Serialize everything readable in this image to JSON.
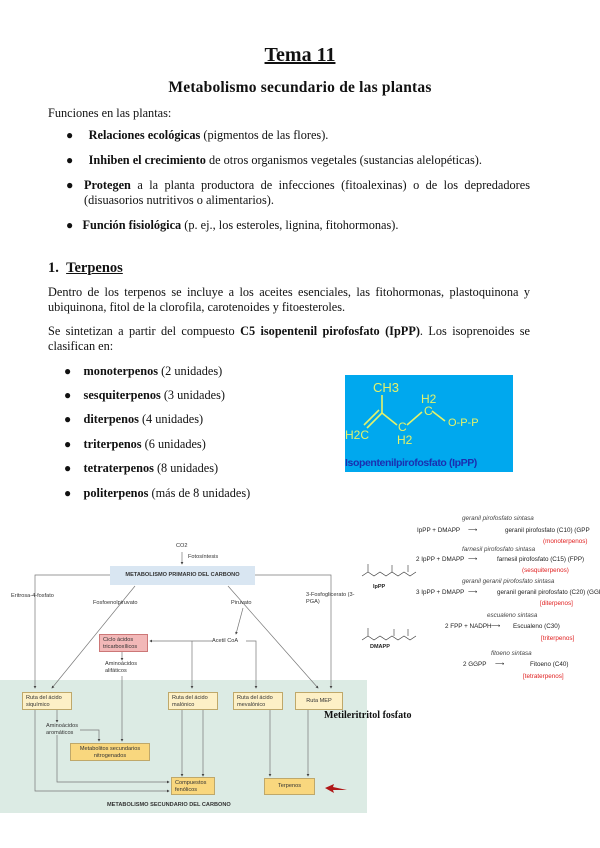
{
  "title": "Tema 11",
  "subtitle": "Metabolismo secundario de las plantas",
  "intro": "Funciones en las plantas:",
  "functions": [
    {
      "bold": "Relaciones ecológicas",
      "rest": " (pigmentos de las flores)."
    },
    {
      "bold": "Inhiben el crecimiento",
      "rest": " de otros organismos vegetales (sustancias alelopéticas)."
    },
    {
      "bold": "Protegen",
      "rest": " a la planta productora de infecciones (fitoalexinas) o de los depredadores (disuasorios nutritivos o alimentarios)."
    },
    {
      "bold": "Función fisiológica",
      "rest": " (p. ej., los esteroles, lignina, fitohormonas)."
    }
  ],
  "section1": {
    "number": "1.",
    "title": "Terpenos"
  },
  "para1": "Dentro de los terpenos se incluye a los aceites esenciales, las fitohormonas, plastoquinona y ubiquinona, fitol de la clorofila, carotenoides y fitoesteroles.",
  "para2": {
    "pre": "Se sintetizan a partir del compuesto ",
    "bold": "C5 isopentenil pirofosfato (IpPP)",
    "post": ". Los isoprenoides se clasifican en:"
  },
  "classes": [
    {
      "bold": "monoterpenos",
      "rest": " (2 unidades)"
    },
    {
      "bold": "sesquiterpenos",
      "rest": " (3 unidades)"
    },
    {
      "bold": "diterpenos",
      "rest": " (4 unidades)"
    },
    {
      "bold": "triterpenos",
      "rest": " (6 unidades)"
    },
    {
      "bold": "tetraterpenos",
      "rest": " (8 unidades)"
    },
    {
      "bold": "politerpenos",
      "rest": " (más de 8 unidades)"
    }
  ],
  "ippp_image": {
    "ch3": "CH3",
    "h2_top": "H2",
    "h2c": "H2C",
    "c1": "C",
    "c2": "C",
    "h2_bottom": "H2",
    "opp": "O-P-P",
    "caption": "Isopentenilpirofosfato (IpPP)",
    "bg": "#00a8ee",
    "fg": "#e4f26a",
    "caption_color": "#1a2fb0"
  },
  "diagram": {
    "co2": "CO2",
    "fotosintesis": "Fotosíntesis",
    "primary": "METABOLISMO PRIMARIO DEL CARBONO",
    "eritrosa": "Eritrosa-4-fosfato",
    "fosfoenol": "Fosfoenolpiruvato",
    "piruvato": "Piruvato",
    "pga": "3-Fosfoglicerato (3-PGA)",
    "ciclo": "Ciclo ácidos tricarboxílicos",
    "acetil": "Acetil CoA",
    "alifaticos": "Aminoácidos alifáticos",
    "siquimico": "Ruta del ácido siquímico",
    "malonico": "Ruta del ácido malónico",
    "mevalonico": "Ruta del ácido mevalónico",
    "mep": "Ruta MEP",
    "aromaticos": "Aminoácidos aromáticos",
    "nitrogenados": "Metabolitos secundarios nitrogenados",
    "fenolicos": "Compuestos fenólicos",
    "terpenos": "Terpenos",
    "secondary": "METABOLISMO SECUNDARIO DEL CARBONO",
    "metileritritol": "Metileritritol fosfato"
  },
  "reactions": [
    {
      "enzyme": "geranil pirofosfato sintasa",
      "eq_left": "IpPP + DMAPP",
      "eq_right": "geranil pirofosfato (C10) (GPP",
      "cls": "(monoterpenos)"
    },
    {
      "enzyme": "farnesil pirofosfato sintasa",
      "eq_left": "2 IpPP + DMAPP",
      "eq_right": "farnesil pirofosfato (C15) (FPP)",
      "cls": "(sesquiterpenos)"
    },
    {
      "enzyme": "geranil geranil pirofosfato sintasa",
      "eq_left": "3 IpPP + DMAPP",
      "eq_right": "geranil geranil pirofosfato (C20) (GGPP",
      "cls": "[diterpenos]"
    },
    {
      "enzyme": "escualeno sintasa",
      "eq_left": "2 FPP + NADPH",
      "eq_right": "Escualeno (C30)",
      "cls": "[triterpenos]"
    },
    {
      "enzyme": "fitoeno sintasa",
      "eq_left": "2 GGPP",
      "eq_right": "Fitoeno (C40)",
      "cls": "[tetraterpenos]"
    }
  ],
  "structures": {
    "ippp": "IpPP",
    "dmapp": "DMAPP"
  }
}
